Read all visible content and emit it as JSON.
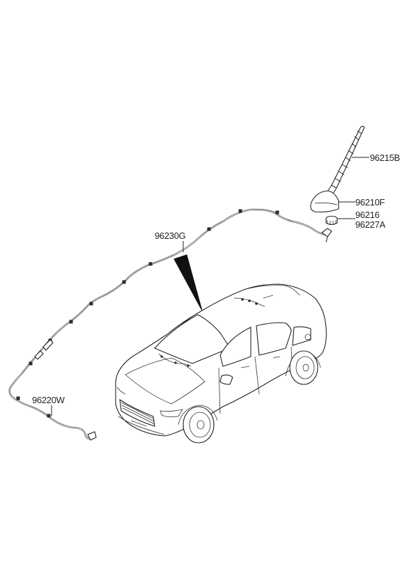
{
  "parts": [
    {
      "number": "96215B"
    },
    {
      "number": "96210F"
    },
    {
      "number": "96216"
    },
    {
      "number": "96227A"
    },
    {
      "number": "96230G"
    },
    {
      "number": "96220W"
    }
  ]
}
